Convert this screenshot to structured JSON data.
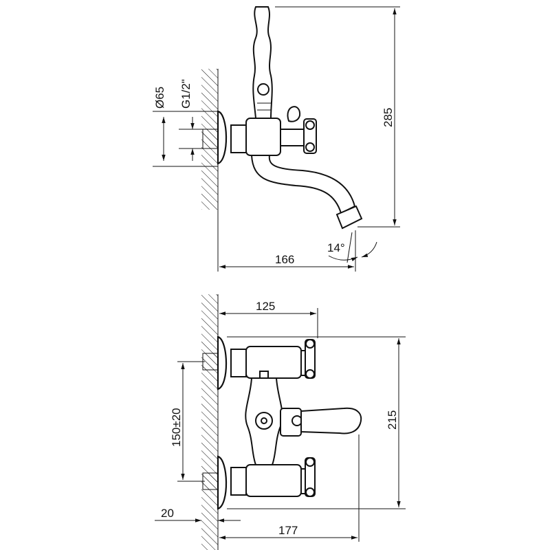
{
  "side_view": {
    "dim_flange_diameter": "Ø65",
    "dim_thread": "G1/2\"",
    "dim_height": "285",
    "dim_projection": "166",
    "dim_angle": "14°"
  },
  "front_view": {
    "dim_top_projection": "125",
    "dim_spacing": "150±20",
    "dim_height": "215",
    "dim_wall_offset": "20",
    "dim_spout_projection": "177"
  }
}
